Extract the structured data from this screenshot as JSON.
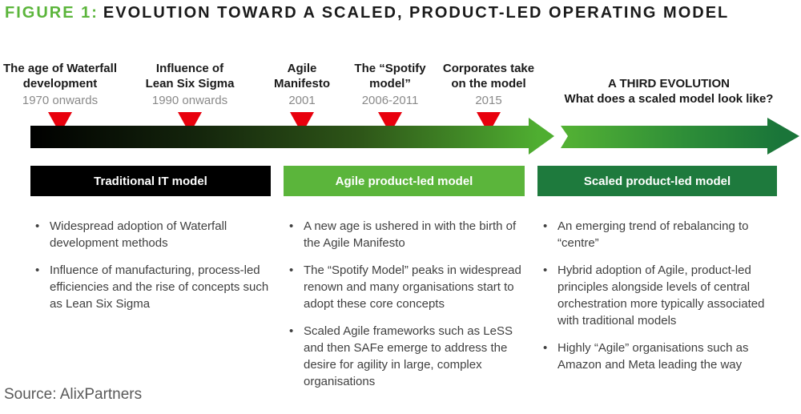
{
  "title": {
    "figure_label": "FIGURE 1:",
    "text": "EVOLUTION TOWARD A SCALED, PRODUCT-LED OPERATING MODEL"
  },
  "colors": {
    "figure_label_green": "#5bb53b",
    "agile_header_green": "#5bb53b",
    "scaled_header_green": "#1e7a3d",
    "traditional_header_black": "#000000",
    "marker_red": "#e8000d",
    "timeline_gradient_start": "#000000",
    "timeline_gradient_mid": "#4fae31",
    "timeline_gradient_end": "#1a7539"
  },
  "timeline": {
    "milestones": [
      {
        "title": "The age of Waterfall\ndevelopment",
        "year": "1970 onwards"
      },
      {
        "title": "Influence of\nLean Six Sigma",
        "year": "1990 onwards"
      },
      {
        "title": "Agile\nManifesto",
        "year": "2001"
      },
      {
        "title": "The “Spotify\nmodel”",
        "year": "2006-2011"
      },
      {
        "title": "Corporates take\non the model",
        "year": "2015"
      }
    ],
    "third_evolution": {
      "line1": "A THIRD EVOLUTION",
      "line2": "What does a scaled model look like?"
    }
  },
  "columns": [
    {
      "header": "Traditional IT model",
      "bullets": [
        "Widespread adoption of Waterfall development methods",
        "Influence of manufacturing, process-led efficiencies and the rise of concepts such as Lean Six Sigma"
      ]
    },
    {
      "header": "Agile product-led model",
      "bullets": [
        "A new age is ushered in with the birth of the Agile Manifesto",
        "The “Spotify Model” peaks in widespread renown and many organisations start to adopt these core concepts",
        "Scaled Agile frameworks such as LeSS and then SAFe emerge to address the desire for agility in large, complex organisations"
      ]
    },
    {
      "header": "Scaled product-led model",
      "bullets": [
        "An emerging trend of rebalancing to “centre”",
        "Hybrid adoption of Agile, product-led principles alongside levels of central orchestration more typically associated with traditional models",
        "Highly “Agile” organisations such as Amazon and Meta leading the way"
      ]
    }
  ],
  "source": "Source: AlixPartners"
}
